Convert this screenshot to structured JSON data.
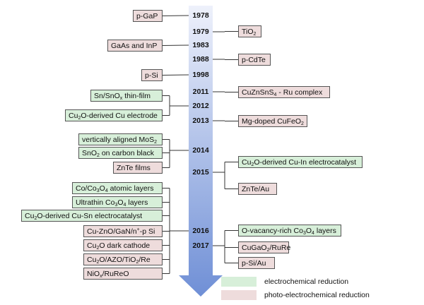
{
  "colors": {
    "photo": "#eedcdc",
    "electro": "#d7efd9",
    "arrow_top": "#eef1fb",
    "arrow_bottom": "#6f8fd6",
    "line": "#333333"
  },
  "years": [
    "1978",
    "1979",
    "1983",
    "1988",
    "1998",
    "2011",
    "2012",
    "2013",
    "2014",
    "2015",
    "2016",
    "2017"
  ],
  "items": [
    {
      "id": "p-gap",
      "html": "p-GaP",
      "type": "photo",
      "year": "1978"
    },
    {
      "id": "tio2",
      "html": "TiO<sub>2</sub>",
      "type": "photo",
      "year": "1979"
    },
    {
      "id": "gaas-inp",
      "html": "GaAs and InP",
      "type": "photo",
      "year": "1983"
    },
    {
      "id": "p-cdte",
      "html": "p-CdTe",
      "type": "photo",
      "year": "1988"
    },
    {
      "id": "p-si",
      "html": "p-Si",
      "type": "photo",
      "year": "1998"
    },
    {
      "id": "cuznsns4",
      "html": "CuZnSnS<sub>4</sub> - Ru complex",
      "type": "photo",
      "year": "2011"
    },
    {
      "id": "sn-sno2",
      "html": "Sn/SnO<sub>x</sub> thin-film",
      "type": "electro",
      "year": "2012"
    },
    {
      "id": "cu2o-cu",
      "html": "Cu<sub>2</sub>O-derived Cu electrode",
      "type": "electro",
      "year": "2012"
    },
    {
      "id": "mg-cufeo2",
      "html": "Mg-doped CuFeO<sub>2</sub>",
      "type": "photo",
      "year": "2013"
    },
    {
      "id": "mos2",
      "html": "vertically aligned MoS<sub>2</sub>",
      "type": "electro",
      "year": "2014"
    },
    {
      "id": "sno2-cb",
      "html": "SnO<sub>2</sub> on carbon black",
      "type": "electro",
      "year": "2014"
    },
    {
      "id": "znte-films",
      "html": "ZnTe films",
      "type": "photo",
      "year": "2014"
    },
    {
      "id": "cu2o-cuin",
      "html": "Cu<sub>2</sub>O-derived Cu-In electrocatalyst",
      "type": "electro",
      "year": "2015"
    },
    {
      "id": "znte-au",
      "html": "ZnTe/Au",
      "type": "photo",
      "year": "2015"
    },
    {
      "id": "co-co3o4",
      "html": "Co/Co<sub>3</sub>O<sub>4</sub> atomic layers",
      "type": "electro",
      "year": "2016"
    },
    {
      "id": "ultrathin",
      "html": "Ultrathin Co<sub>3</sub>O<sub>4</sub> layers",
      "type": "electro",
      "year": "2016"
    },
    {
      "id": "cu2o-cusn",
      "html": "Cu<sub>2</sub>O-derived Cu-Sn electrocatalyst",
      "type": "electro",
      "year": "2016"
    },
    {
      "id": "cu-zno",
      "html": "Cu-ZnO/GaN/n<sup>+</sup>-p Si",
      "type": "photo",
      "year": "2016"
    },
    {
      "id": "cu2o-dark",
      "html": "Cu<sub>2</sub>O dark cathode",
      "type": "photo",
      "year": "2016"
    },
    {
      "id": "cu2o-azo",
      "html": "Cu<sub>2</sub>O/AZO/TiO<sub>2</sub>/Re",
      "type": "photo",
      "year": "2016"
    },
    {
      "id": "nio-rureo",
      "html": "NiO<sub>x</sub>/RuReO",
      "type": "photo",
      "year": "2016"
    },
    {
      "id": "o-vacancy",
      "html": "O-vacancy-rich Co<sub>3</sub>O<sub>4</sub> layers",
      "type": "electro",
      "year": "2017"
    },
    {
      "id": "cugao2",
      "html": "CuGaO<sub>2</sub>/RuRe",
      "type": "photo",
      "year": "2017"
    },
    {
      "id": "p-si-au",
      "html": "p-Si/Au",
      "type": "photo",
      "year": "2017"
    }
  ],
  "legend": [
    {
      "id": "electro",
      "label": "electrochemical reduction"
    },
    {
      "id": "photo",
      "label": "photo-electrochemical reduction"
    }
  ]
}
